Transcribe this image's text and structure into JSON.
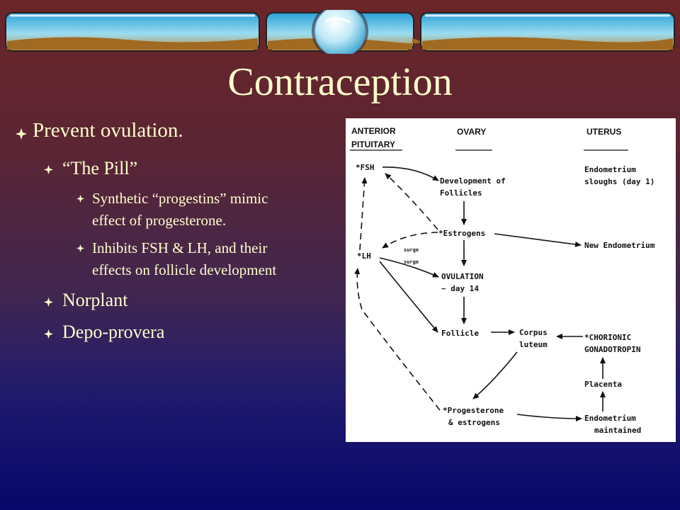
{
  "slide": {
    "title": "Contraception",
    "bullets": {
      "b1": "Prevent ovulation.",
      "b1_1": "“The Pill”",
      "b1_1_1_line1": "Synthetic “progestins” mimic",
      "b1_1_1_line2": "effect of progesterone.",
      "b1_1_2_line1": "Inhibits FSH & LH, and their",
      "b1_1_2_line2": "effects on follicle development",
      "b1_2": "Norplant",
      "b1_3": "Depo-provera"
    }
  },
  "diagram": {
    "headers": {
      "anterior_pituitary_1": "ANTERIOR",
      "anterior_pituitary_2": "PITUITARY",
      "ovary": "OVARY",
      "uterus": "UTERUS"
    },
    "nodes": {
      "fsh": "*FSH",
      "lh": "*LH",
      "dev_follicles_1": "Development of",
      "dev_follicles_2": "Follicles",
      "estrogens": "*Estrogens",
      "ovulation_1": "OVULATION",
      "ovulation_2": "~ day 14",
      "follicle": "Follicle",
      "corpus_1": "Corpus",
      "corpus_2": "luteum",
      "progesterone_1": "*Progesterone",
      "progesterone_2": "& estrogens",
      "endometrium_sloughs_1": "Endometrium",
      "endometrium_sloughs_2": "sloughs (day 1)",
      "new_endometrium": "New Endometrium",
      "hcg_1": "*CHORIONIC",
      "hcg_2": "GONADOTROPIN",
      "placenta": "Placenta",
      "endometrium_maintained_1": "Endometrium",
      "endometrium_maintained_2": "maintained"
    },
    "surge_labels": {
      "surge1": "surge",
      "surge2": "surge"
    }
  }
}
